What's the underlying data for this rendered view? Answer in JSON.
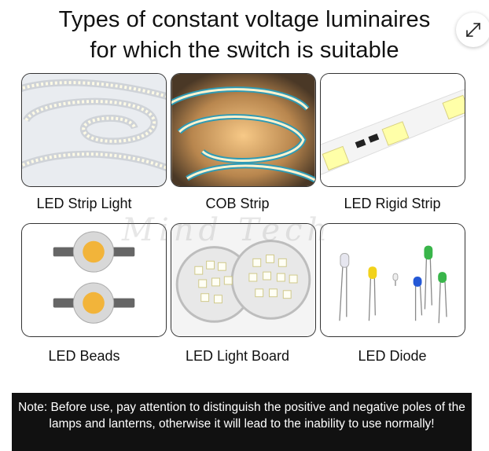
{
  "title": {
    "line1": "Types of constant voltage luminaires",
    "line2": "for which the switch is suitable"
  },
  "expand_button": {
    "icon": "expand-arrows-icon"
  },
  "items": [
    {
      "label": "LED Strip Light"
    },
    {
      "label": "COB Strip"
    },
    {
      "label": "LED Rigid Strip"
    },
    {
      "label": "LED Beads"
    },
    {
      "label": "LED Light Board"
    },
    {
      "label": "LED Diode"
    }
  ],
  "watermark": "Mind Tech",
  "note": "Note: Before use, pay attention to distinguish the positive and negative poles of the lamps and lanterns, otherwise it will lead to the inability to use normally!"
}
